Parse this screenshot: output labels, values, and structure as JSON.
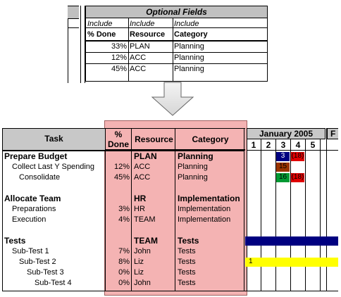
{
  "top_table": {
    "title": "Optional Fields",
    "include_row": [
      "Include",
      "Include",
      "Include"
    ],
    "headers": [
      "% Done",
      "Resource",
      "Category"
    ],
    "rows": [
      {
        "pct": "33%",
        "resource": "PLAN",
        "category": "Planning"
      },
      {
        "pct": "12%",
        "resource": "ACC",
        "category": "Planning"
      },
      {
        "pct": "45%",
        "resource": "ACC",
        "category": "Planning"
      }
    ]
  },
  "main_table": {
    "headers": {
      "task": "Task",
      "pct_line1": "%",
      "pct_line2": "Done",
      "resource": "Resource",
      "category": "Category"
    },
    "month": "January 2005",
    "next_month_partial": "F",
    "days": [
      "1",
      "2",
      "3",
      "4",
      "5"
    ],
    "rows": [
      {
        "task": "Prepare Budget",
        "pct": "",
        "resource": "PLAN",
        "category": "Planning"
      },
      {
        "task": "Collect Last Y Spending",
        "pct": "12%",
        "resource": "ACC",
        "category": "Planning"
      },
      {
        "task": "Consolidate",
        "pct": "45%",
        "resource": "ACC",
        "category": "Planning"
      },
      {
        "task": "",
        "pct": "",
        "resource": "",
        "category": ""
      },
      {
        "task": "Allocate Team",
        "pct": "",
        "resource": "HR",
        "category": "Implementation"
      },
      {
        "task": "Preparations",
        "pct": "3%",
        "resource": "HR",
        "category": "Implementation"
      },
      {
        "task": "Execution",
        "pct": "4%",
        "resource": "TEAM",
        "category": "Implementation"
      },
      {
        "task": "",
        "pct": "",
        "resource": "",
        "category": ""
      },
      {
        "task": "Tests",
        "pct": "",
        "resource": "TEAM",
        "category": "Tests"
      },
      {
        "task": "Sub-Test 1",
        "pct": "7%",
        "resource": "John",
        "category": "Tests"
      },
      {
        "task": "Sub-Test 2",
        "pct": "8%",
        "resource": "Liz",
        "category": "Tests"
      },
      {
        "task": "Sub-Test 3",
        "pct": "0%",
        "resource": "Liz",
        "category": "Tests"
      },
      {
        "task": "Sub-Test 4",
        "pct": "0%",
        "resource": "John",
        "category": "Tests"
      }
    ],
    "gantt_labels": {
      "r1_d3": "3",
      "r1_d4": "(18)",
      "r2_d3": "15",
      "r3_d3": "16",
      "r3_d4": "(18)",
      "r10_start": "1"
    }
  },
  "colors": {
    "highlight": "#f2a7a7",
    "header_gray": "#c0c0c0",
    "gantt_blue": "#000080",
    "gantt_red": "#e00000",
    "gantt_brown": "#993300",
    "gantt_green": "#009933",
    "gantt_yellow": "#ffff00"
  }
}
